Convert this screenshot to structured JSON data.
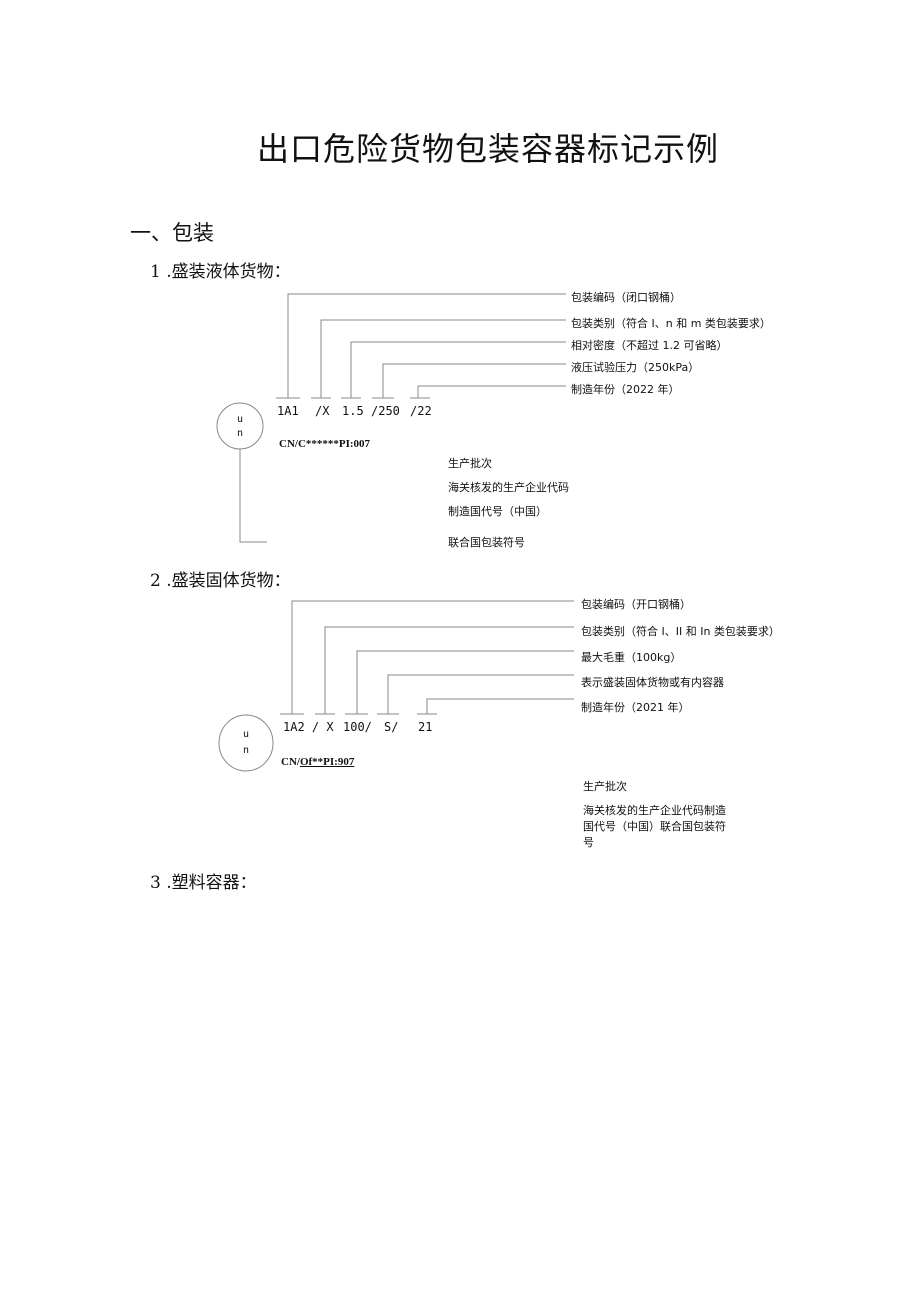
{
  "title": "出口危险货物包装容器标记示例",
  "section1": {
    "heading": "一、包装",
    "item1": {
      "heading": "1 .盛装液体货物：",
      "notes": [
        "包装编码（闭口钢桶）",
        "包装类别（符合 I、n 和 m 类包装要求）",
        "相对密度（不超过 1.2 可省略）",
        "液压试验压力（250kPa）",
        "制造年份（2022 年）"
      ],
      "marks": [
        "1A1",
        "/X",
        "1.5",
        "/250",
        "/22"
      ],
      "un_top": "u",
      "un_bottom": "n",
      "serial": "CN/C******PI:007",
      "lower_notes": [
        "生产批次",
        "海关核发的生产企业代码",
        "制造国代号（中国）",
        "联合国包装符号"
      ]
    },
    "item2": {
      "heading": "2 .盛装固体货物：",
      "notes": [
        "包装编码（开口钢桶）",
        "包装类别（符合 I、II 和 In 类包装要求）",
        "最大毛重（100kg）",
        "表示盛装固体货物或有内容器",
        "制造年份（2021 年）"
      ],
      "marks": [
        "1A2 / X",
        "100/",
        "S/",
        "21"
      ],
      "un_top": "u",
      "un_bottom": "n",
      "serial_prefix": "CN/",
      "serial_rest": "Of**PI:907",
      "lower_notes": [
        "生产批次",
        "海关核发的生产企业代码制造",
        "国代号（中国）联合国包装符",
        "号"
      ]
    },
    "item3": {
      "heading": "3 .塑料容器："
    }
  }
}
